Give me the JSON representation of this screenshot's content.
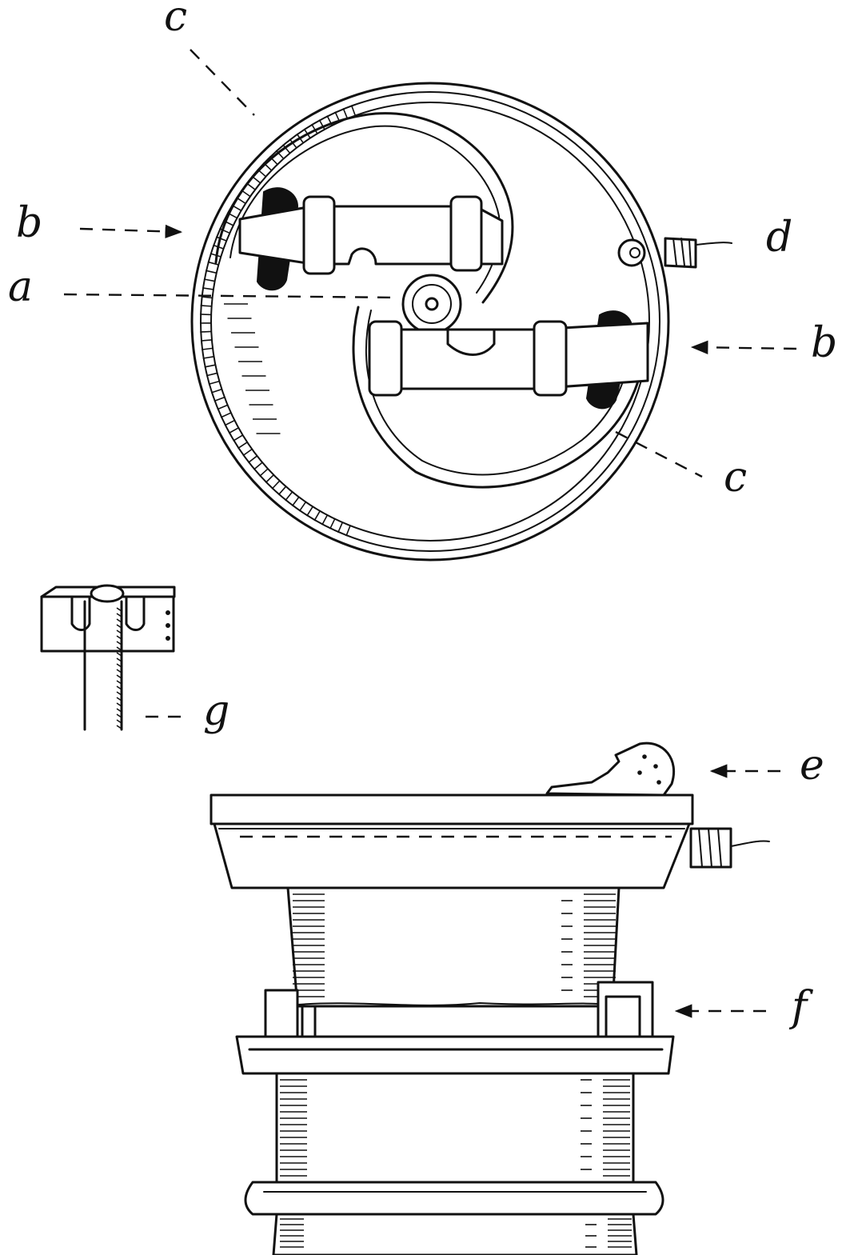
{
  "labels": {
    "a": "a",
    "b_left": "b",
    "b_right": "b",
    "c_top": "c",
    "c_bottom": "c",
    "d": "d",
    "e": "e",
    "f": "f",
    "g": "g"
  },
  "colors": {
    "ink": "#111111",
    "paper": "#ffffff"
  }
}
